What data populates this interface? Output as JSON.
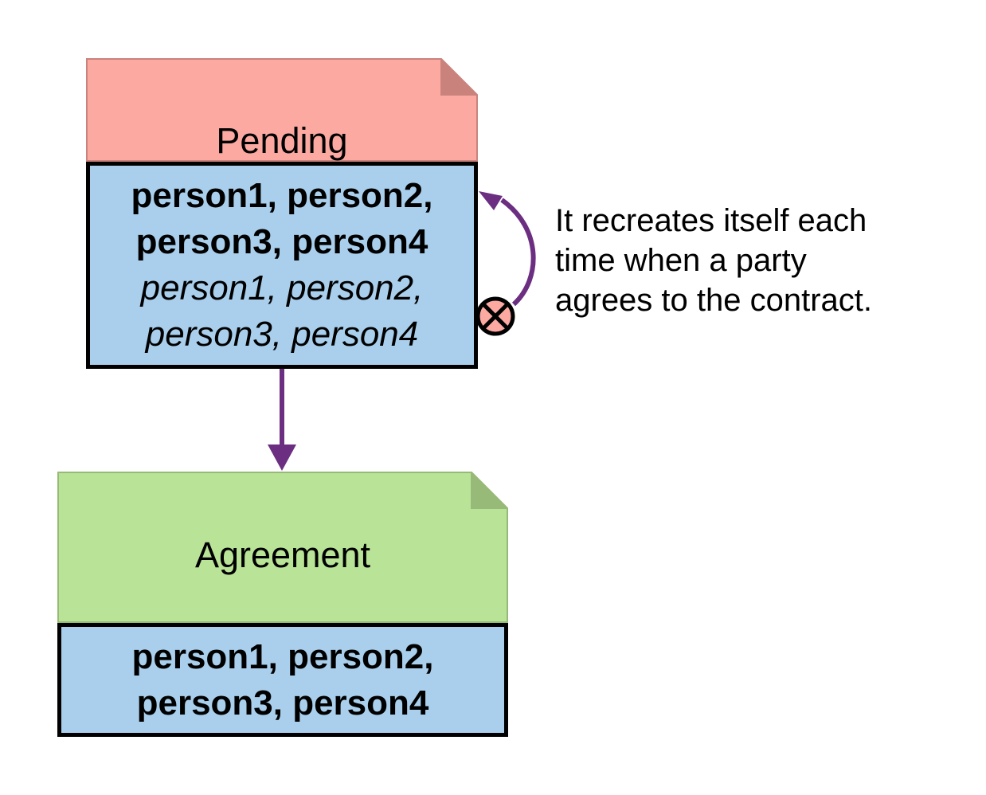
{
  "colors": {
    "pending-fill": "#FCA9A1",
    "pending-edge": "#C9837C",
    "agreement-fill": "#B9E396",
    "agreement-edge": "#97BA78",
    "body-fill": "#A9CFEC",
    "box-border": "#000000",
    "arrow": "#6B2E80",
    "text": "#000000"
  },
  "pending": {
    "title": "Pending",
    "parties_bold": "person1, person2,\nperson3, person4",
    "parties_italic": "person1, person2,\nperson3, person4"
  },
  "agreement": {
    "title": "Agreement",
    "parties_bold": "person1, person2,\nperson3, person4"
  },
  "annotation": {
    "text": "It recreates itself each\ntime when a party\nagrees to the contract."
  },
  "icons": {
    "archive_icon": "circle-with-x"
  }
}
